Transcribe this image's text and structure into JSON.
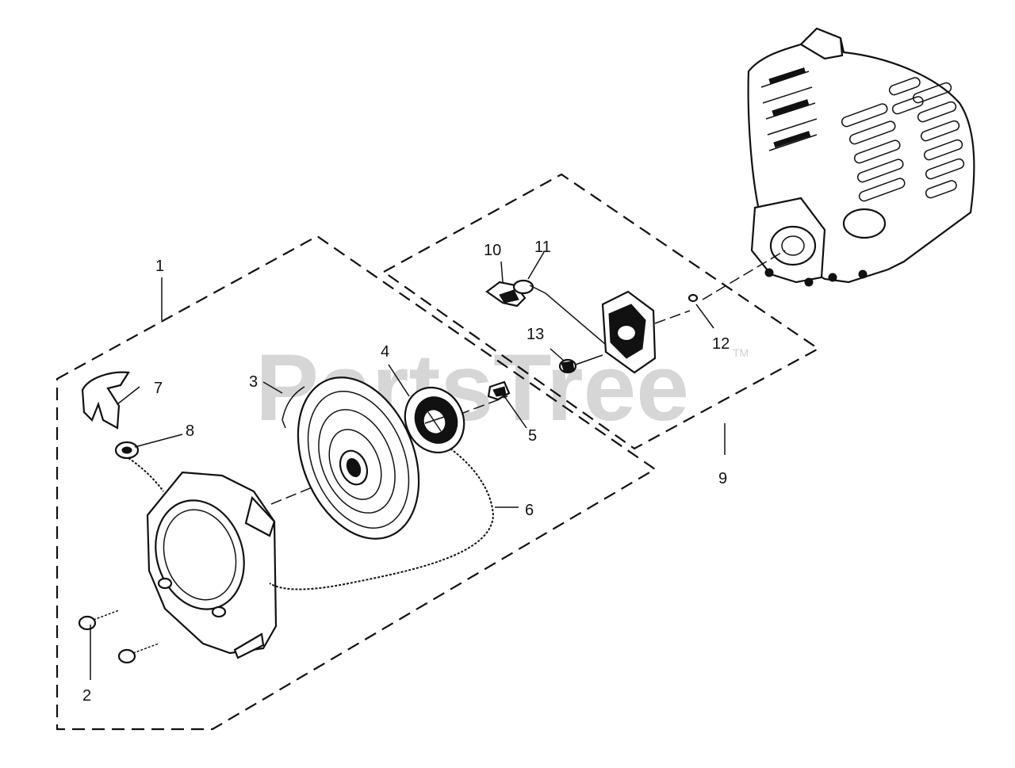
{
  "watermark": {
    "text": "PartsTree",
    "mark": "TM"
  },
  "callouts": {
    "c1": "1",
    "c2": "2",
    "c3": "3",
    "c4": "4",
    "c5": "5",
    "c6": "6",
    "c7": "7",
    "c8": "8",
    "c9": "9",
    "c10": "10",
    "c11": "11",
    "c12": "12",
    "c13": "13"
  }
}
